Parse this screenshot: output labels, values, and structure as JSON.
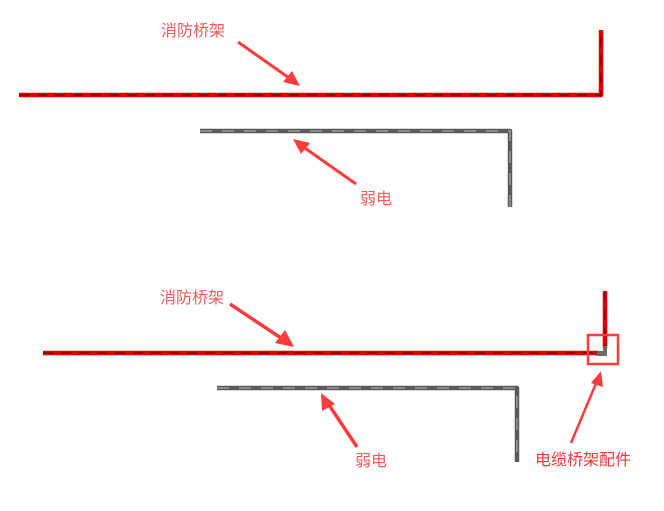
{
  "colors": {
    "fire_tray": "#e00000",
    "fire_tray_dash": "#8a0000",
    "weak_tray": "#5a5a5a",
    "weak_tray_dash": "#9a9a9a",
    "annotation": "#ff3b3b",
    "label_text": "#f25a5a"
  },
  "panels": [
    {
      "id": "before",
      "labels": {
        "fire_tray": "消防桥架",
        "weak_current": "弱电"
      }
    },
    {
      "id": "after",
      "labels": {
        "fire_tray": "消防桥架",
        "weak_current": "弱电",
        "fitting": "电缆桥架配件"
      }
    }
  ]
}
